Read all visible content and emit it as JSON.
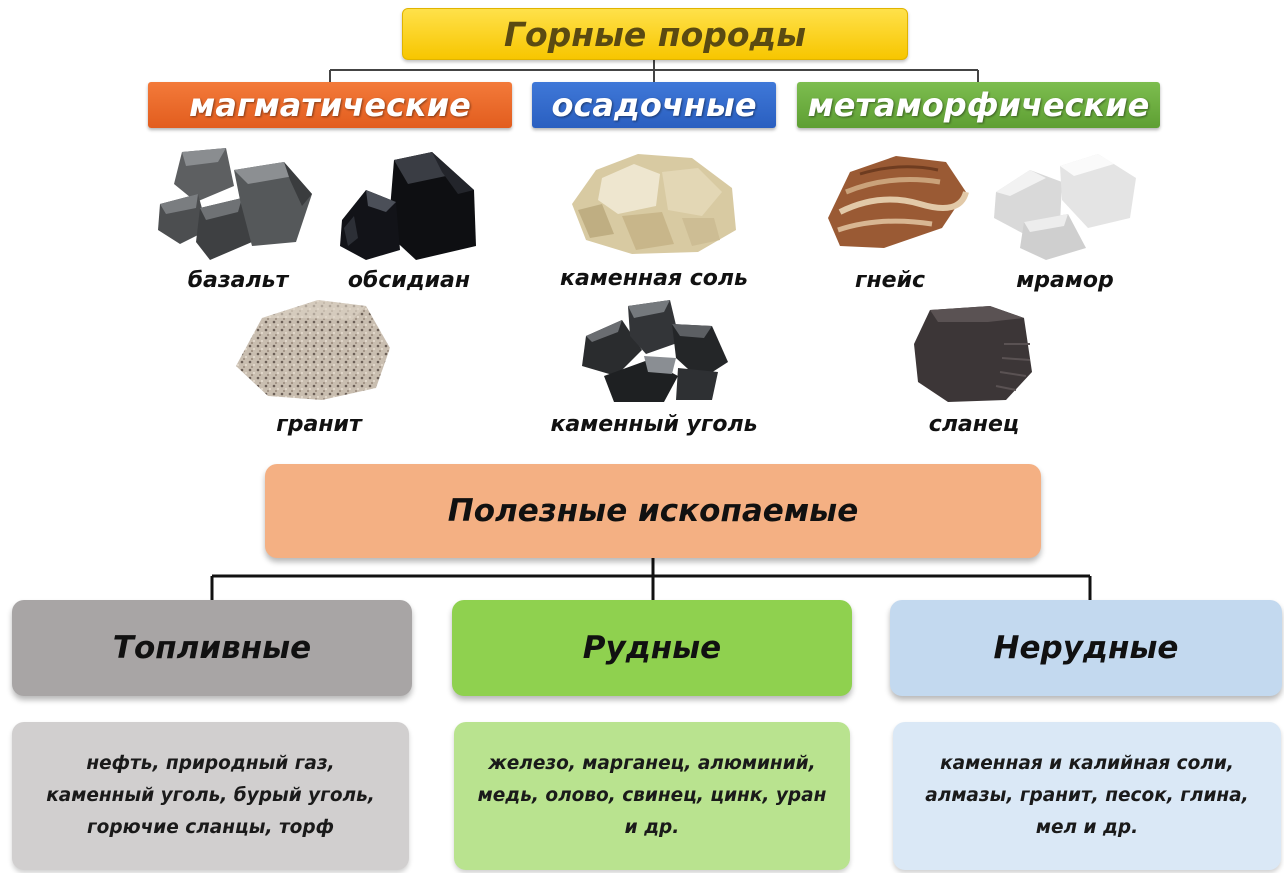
{
  "rocks": {
    "title": "Горные породы",
    "categories": {
      "magmatic": {
        "label": "магматические",
        "items": {
          "basalt": "базальт",
          "obsidian": "обсидиан",
          "granite": "гранит"
        }
      },
      "sedimentary": {
        "label": "осадочные",
        "items": {
          "rock_salt": "каменная соль",
          "coal": "каменный уголь"
        }
      },
      "metamorphic": {
        "label": "метаморфические",
        "items": {
          "gneiss": "гнейс",
          "marble": "мрамор",
          "slate": "сланец"
        }
      }
    }
  },
  "minerals": {
    "title": "Полезные ископаемые",
    "types": {
      "fuel": {
        "label": "Топливные",
        "lines": [
          "нефть, природный газ,",
          "каменный уголь, бурый уголь,",
          "горючие сланцы, торф"
        ]
      },
      "ore": {
        "label": "Рудные",
        "lines": [
          "железо, марганец, алюминий,",
          "медь, олово, свинец, цинк, уран",
          "и др."
        ]
      },
      "nonmetallic": {
        "label": "Нерудные",
        "lines": [
          "каменная и калийная соли,",
          "алмазы, гранит, песок, глина,",
          "мел и др."
        ]
      }
    }
  },
  "colors": {
    "title_yellow": "#f7c600",
    "magmatic_orange": "#e25d1e",
    "sedimentary_blue": "#2a5fc0",
    "metamorphic_green": "#5e9f33",
    "minerals_peach": "#f4b083",
    "fuel_gray": "#a8a5a5",
    "ore_green": "#8fd14f",
    "nonmetallic_blue": "#c3d9ef"
  }
}
